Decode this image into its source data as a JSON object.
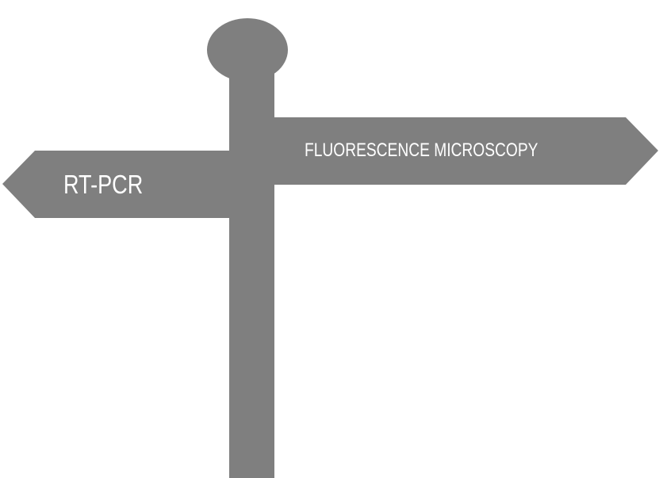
{
  "signpost": {
    "color": "#7f7f7f",
    "left_sign": {
      "label": "RT-PCR",
      "direction": "left"
    },
    "right_sign": {
      "label": "FLUORESCENCE MICROSCOPY",
      "direction": "right"
    }
  }
}
